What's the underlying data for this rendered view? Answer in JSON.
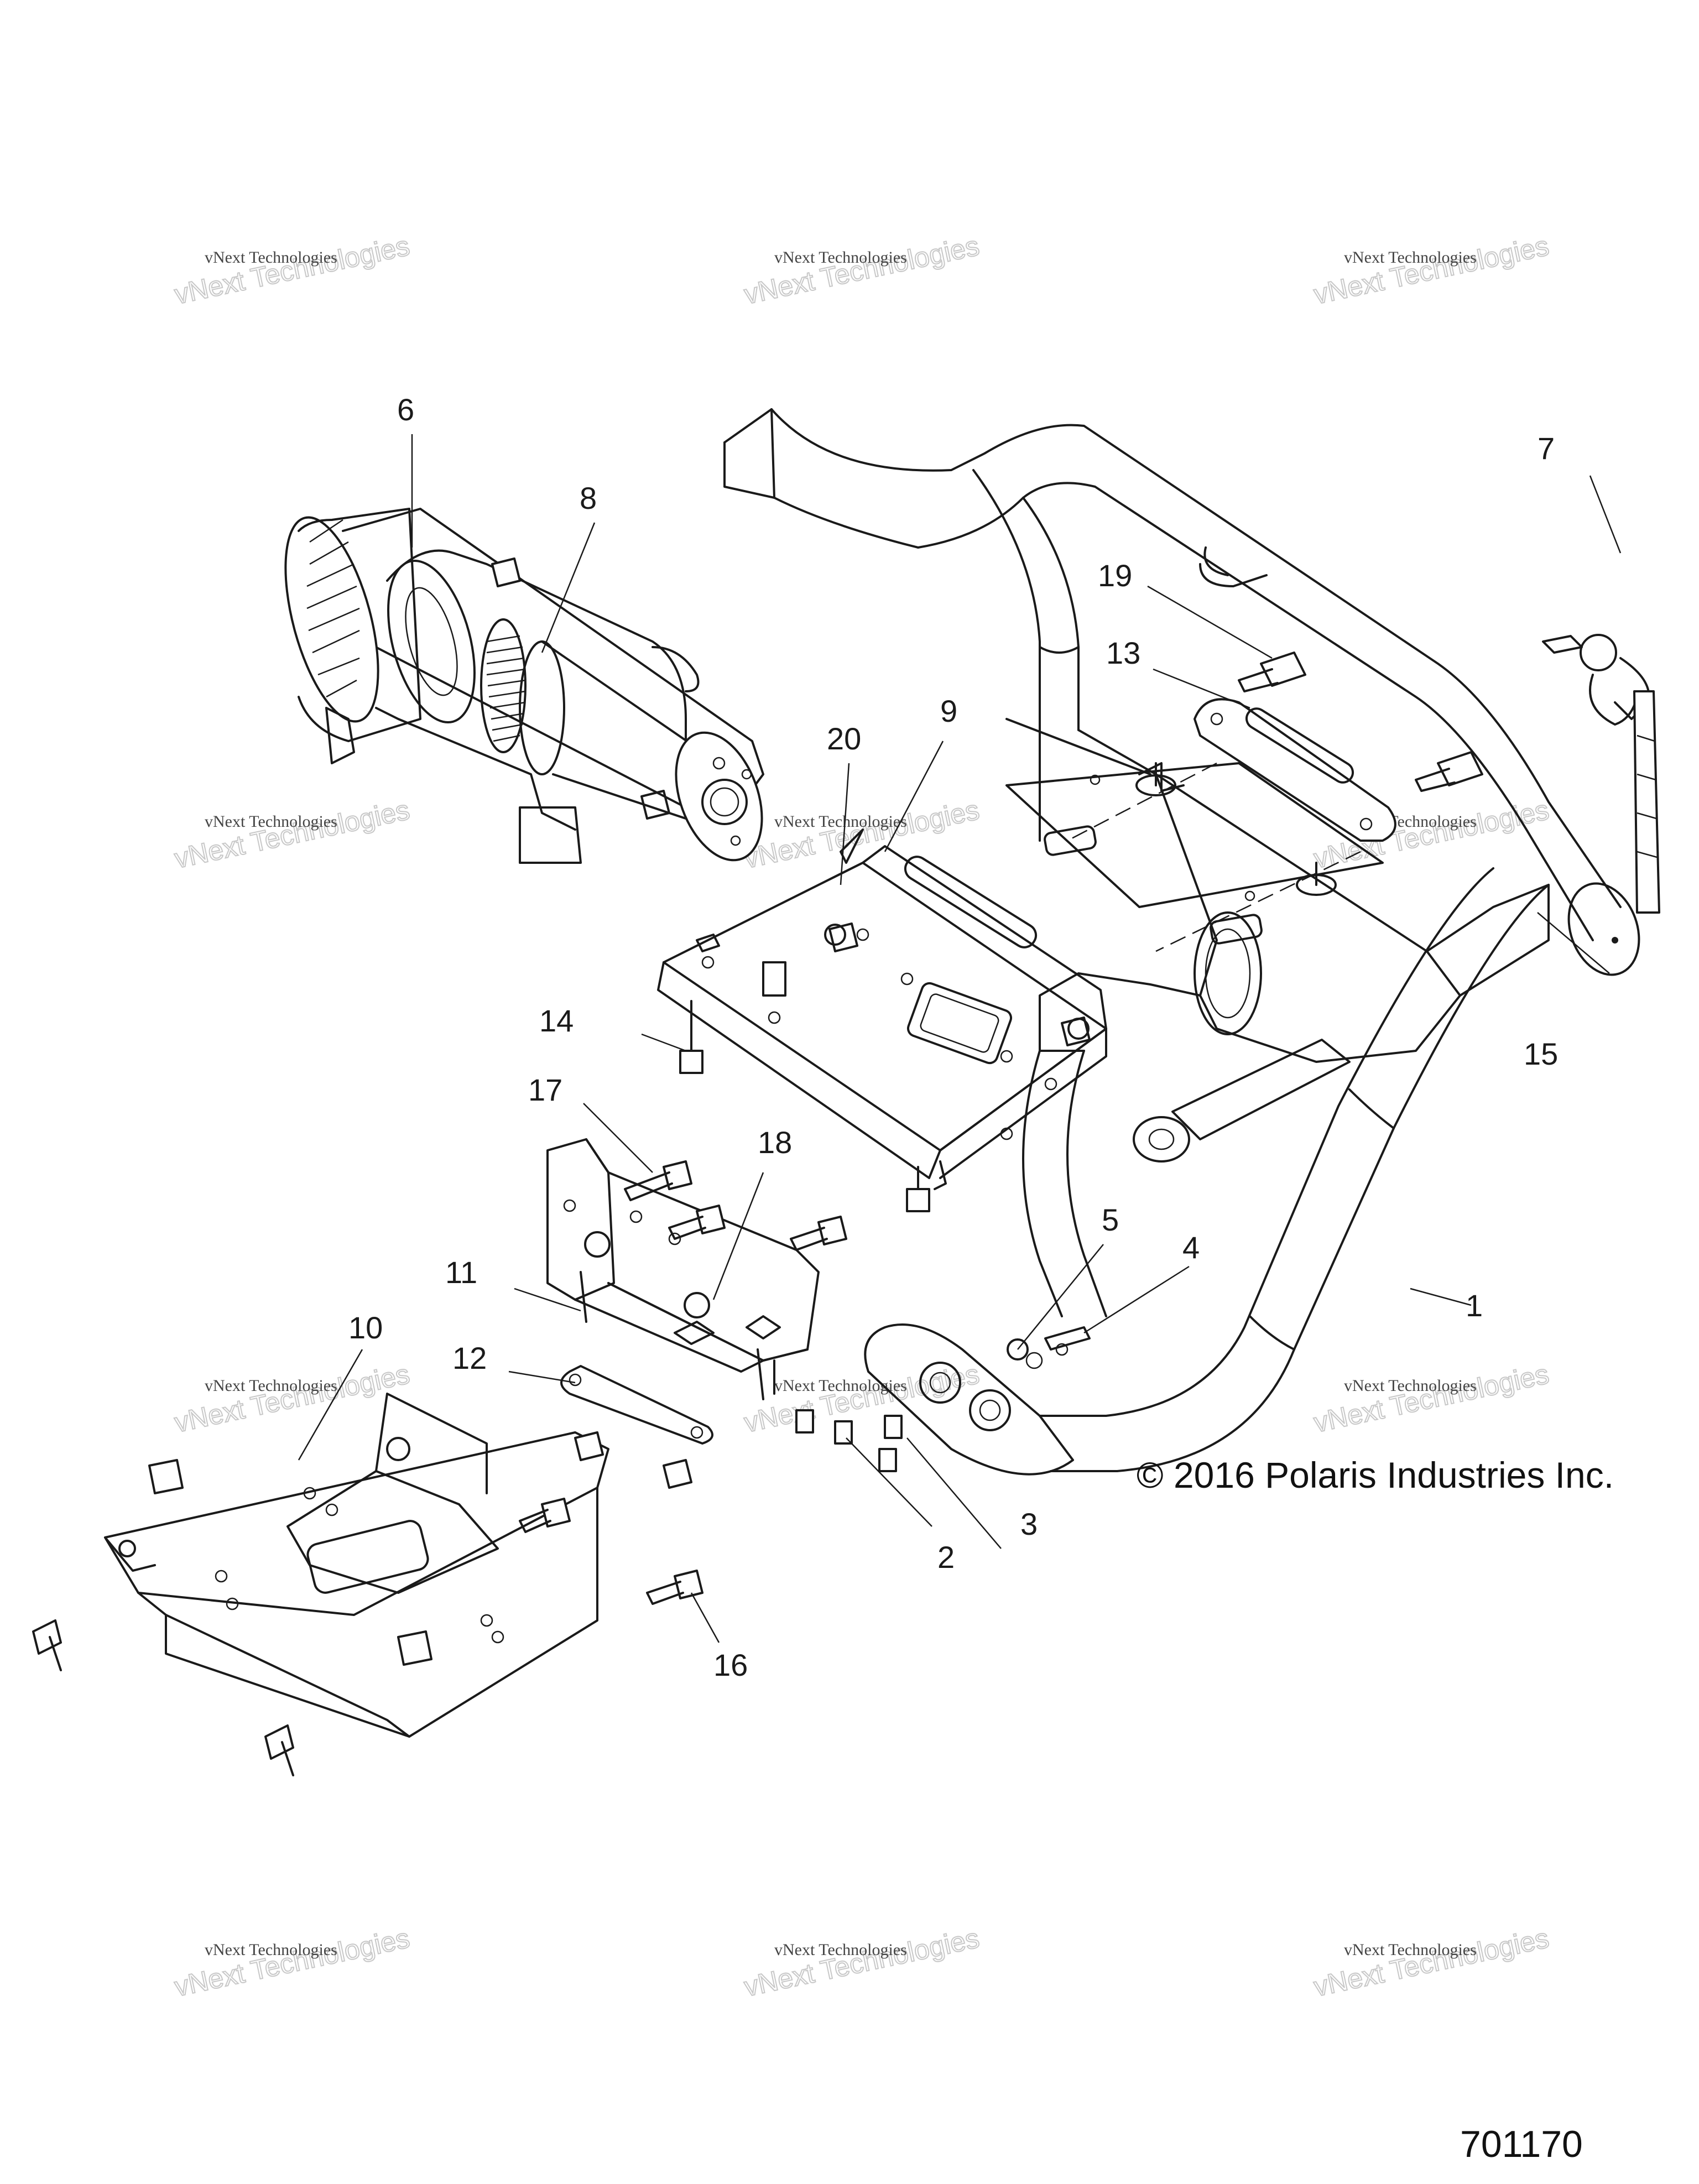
{
  "diagram": {
    "callouts": [
      {
        "id": "1",
        "text": "1"
      },
      {
        "id": "2",
        "text": "2"
      },
      {
        "id": "3",
        "text": "3"
      },
      {
        "id": "4",
        "text": "4"
      },
      {
        "id": "5",
        "text": "5"
      },
      {
        "id": "6",
        "text": "6"
      },
      {
        "id": "7",
        "text": "7"
      },
      {
        "id": "8",
        "text": "8"
      },
      {
        "id": "9",
        "text": "9"
      },
      {
        "id": "10",
        "text": "10"
      },
      {
        "id": "11",
        "text": "11"
      },
      {
        "id": "12",
        "text": "12"
      },
      {
        "id": "13",
        "text": "13"
      },
      {
        "id": "14",
        "text": "14"
      },
      {
        "id": "15",
        "text": "15"
      },
      {
        "id": "16",
        "text": "16"
      },
      {
        "id": "17",
        "text": "17"
      },
      {
        "id": "18",
        "text": "18"
      },
      {
        "id": "19",
        "text": "19"
      },
      {
        "id": "20",
        "text": "20"
      }
    ],
    "copyright": "© 2016 Polaris Industries Inc.",
    "document_number": "701170",
    "watermark": {
      "line1": "vNext Technologies",
      "line2": "vNext Technologies"
    }
  }
}
